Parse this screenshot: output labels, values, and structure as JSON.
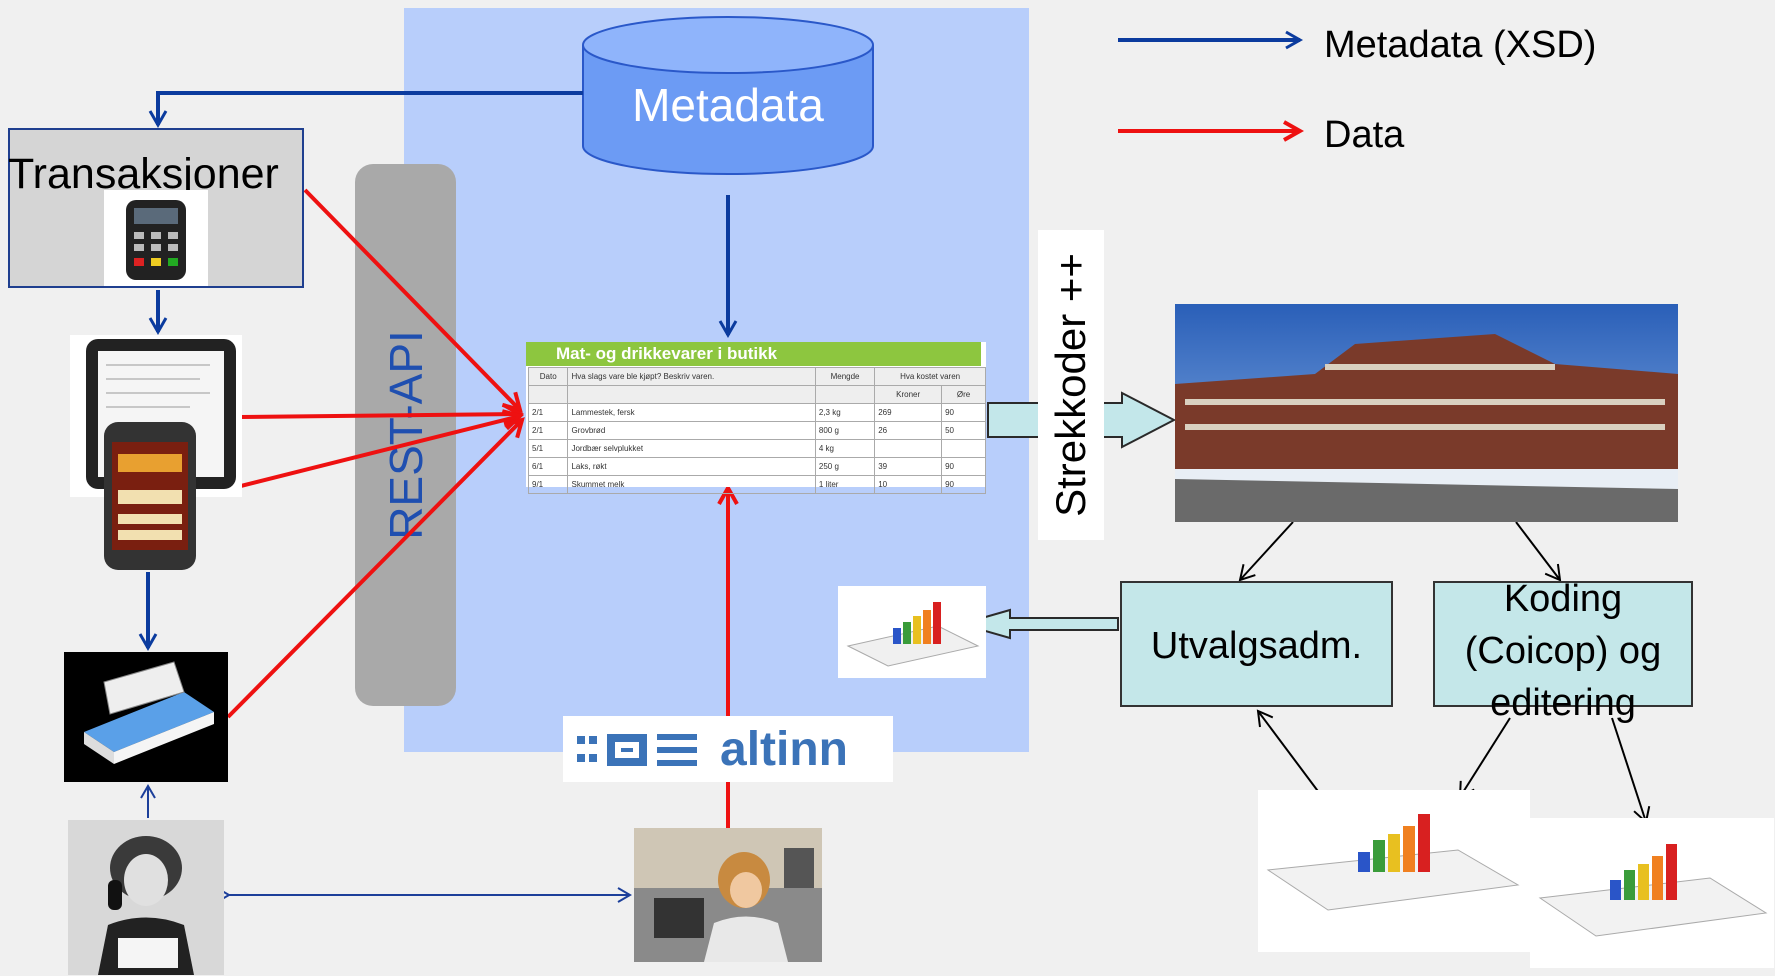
{
  "legend": {
    "metadata_label": "Metadata (XSD)",
    "metadata_color": "#0b3b9e",
    "data_label": "Data",
    "data_color": "#ee1111"
  },
  "nodes": {
    "metadata": "Metadata",
    "transaksjoner": "Transaksjoner",
    "rest_api": "REST-API",
    "strekkoder": "Strekkoder ++",
    "utvalgsadm": "Utvalgsadm.",
    "koding_lines": [
      "Koding",
      "(Coicop) og",
      "editering"
    ],
    "altinn": "altinn"
  },
  "form": {
    "title": "Mat- og drikkevarer i butikk",
    "headers": [
      "Dato",
      "Hva slags vare ble kjøpt? Beskriv varen.",
      "Mengde",
      "Hva kostet varen",
      "Kroner",
      "Øre"
    ],
    "rows": [
      [
        "2/1",
        "Lammestek, fersk",
        "2,3 kg",
        "269",
        "90"
      ],
      [
        "2/1",
        "Grovbrød",
        "800 g",
        "26",
        "50"
      ],
      [
        "5/1",
        "Jordbær selvplukket",
        "4 kg",
        "",
        ""
      ],
      [
        "6/1",
        "Laks, røkt",
        "250 g",
        "39",
        "90"
      ],
      [
        "9/1",
        "Skummet melk",
        "1 liter",
        "10",
        "90"
      ]
    ]
  }
}
